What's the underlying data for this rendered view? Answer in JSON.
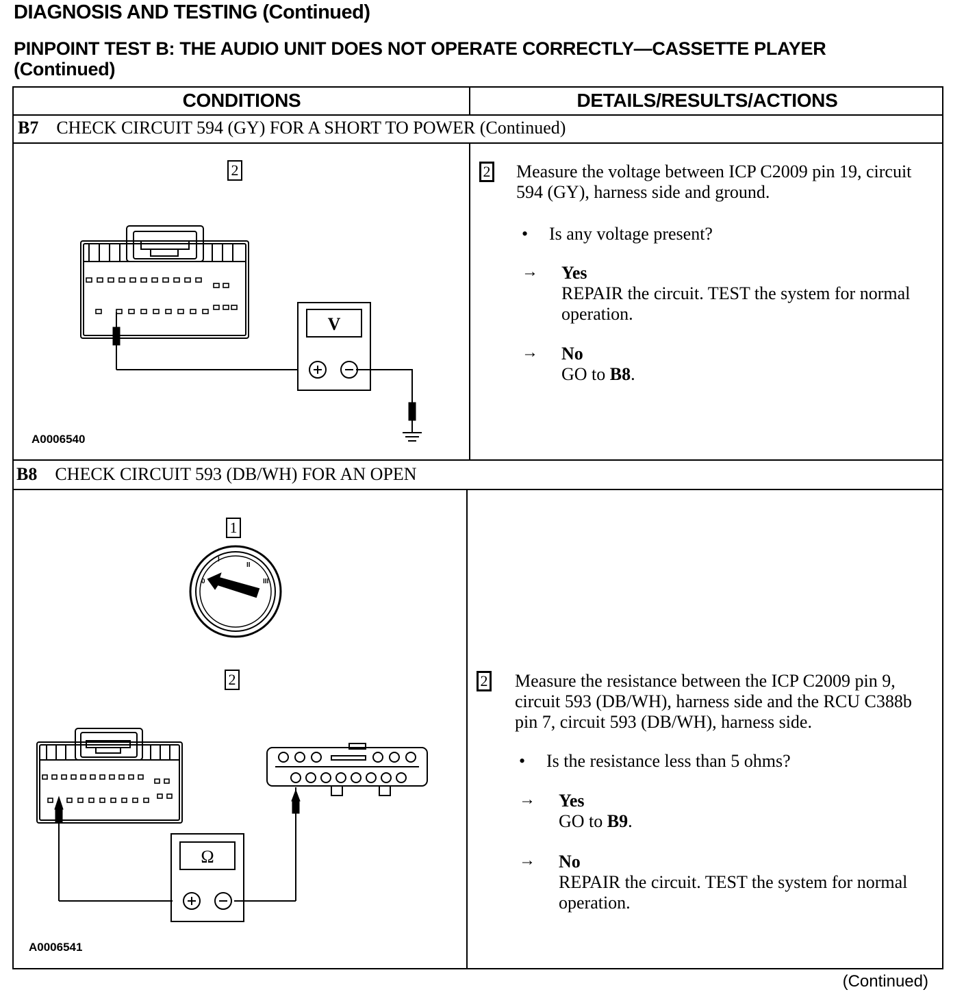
{
  "page_title": "DIAGNOSIS AND TESTING (Continued)",
  "test_title_line1": "PINPOINT TEST B: THE AUDIO UNIT DOES NOT OPERATE CORRECTLY—CASSETTE PLAYER",
  "test_title_line2": "(Continued)",
  "table": {
    "col_conditions": "CONDITIONS",
    "col_details": "DETAILS/RESULTS/ACTIONS"
  },
  "b7": {
    "id": "B7",
    "title": "CHECK CIRCUIT 594 (GY) FOR A SHORT TO POWER (Continued)",
    "figure_callout": "2",
    "meter_symbol": "V",
    "figure_id": "A0006540",
    "step_callout": "2",
    "instruction": "Measure the voltage between ICP C2009 pin 19, circuit 594 (GY), harness side and ground.",
    "question": "Is any voltage present?",
    "yes_label": "Yes",
    "yes_action": "REPAIR the circuit. TEST the system for normal operation.",
    "no_label": "No",
    "no_action_prefix": "GO to ",
    "no_action_target": "B8",
    "no_action_suffix": "."
  },
  "b8": {
    "id": "B8",
    "title": "CHECK CIRCUIT 593 (DB/WH) FOR AN OPEN",
    "figure_callout_1": "1",
    "figure_callout_2": "2",
    "meter_symbol": "Ω",
    "ignition_positions": [
      "0",
      "I",
      "II",
      "III"
    ],
    "figure_id": "A0006541",
    "step_callout": "2",
    "instruction": "Measure the resistance between the ICP C2009 pin 9, circuit 593 (DB/WH), harness side and the RCU C388b pin 7, circuit 593 (DB/WH), harness side.",
    "question": "Is the resistance less than 5 ohms?",
    "yes_label": "Yes",
    "yes_action_prefix": "GO to ",
    "yes_action_target": "B9",
    "yes_action_suffix": ".",
    "no_label": "No",
    "no_action": "REPAIR the circuit. TEST the system for normal operation."
  },
  "footer_continued": "(Continued)"
}
